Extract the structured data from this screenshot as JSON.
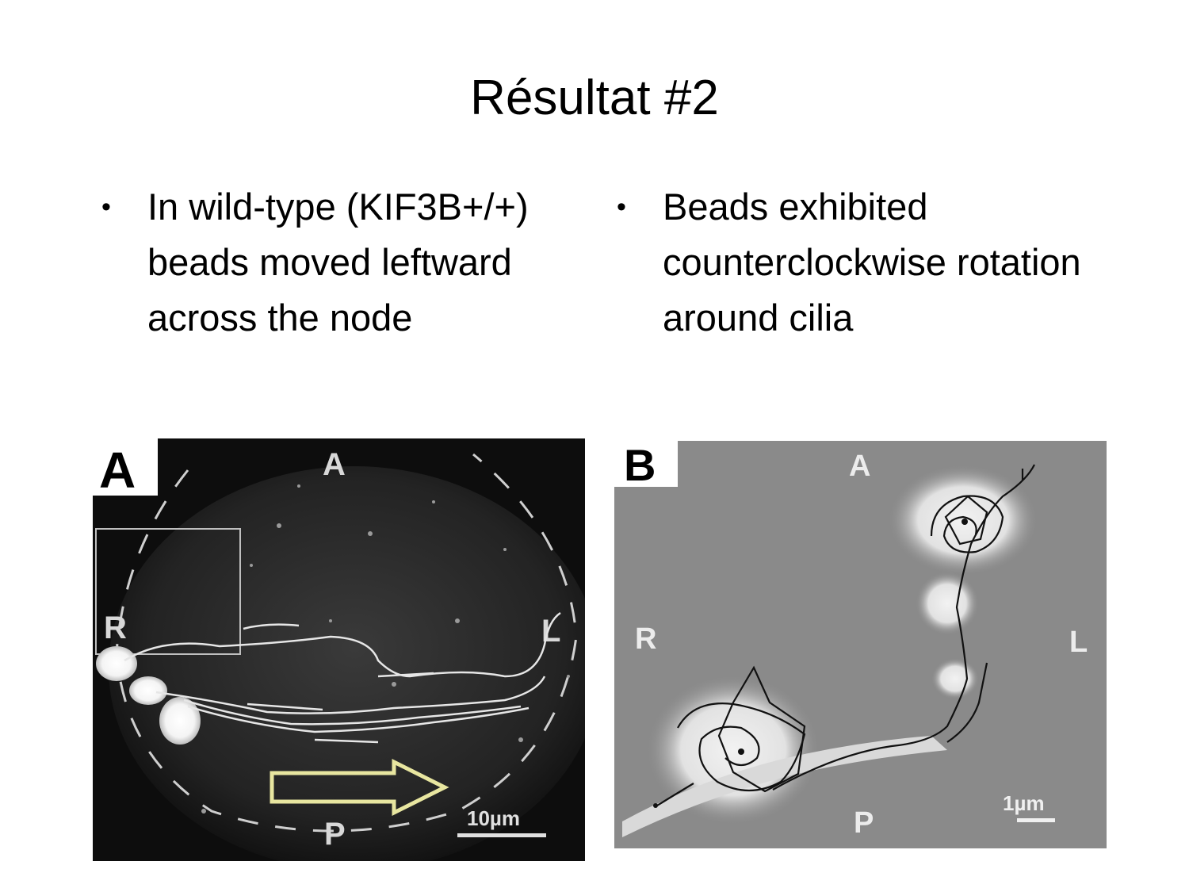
{
  "slide": {
    "title": "Résultat #2"
  },
  "left_column": {
    "bullet": "In wild-type (KIF3B+/+) beads moved leftward across the node"
  },
  "right_column": {
    "bullet": "Beads exhibited counterclockwise rotation around cilia"
  },
  "figure_a": {
    "panel_label": "A",
    "anterior": "A",
    "posterior": "P",
    "right": "R",
    "left": "L",
    "scale_bar": "10µm"
  },
  "figure_b": {
    "panel_label": "B",
    "anterior": "A",
    "posterior": "P",
    "right": "R",
    "left": "L",
    "scale_bar": "1µm"
  },
  "colors": {
    "arrow_fill": "#ffffff",
    "arrow_stroke": "#e8e6a0",
    "micrograph_a_bg": "#141414",
    "micrograph_b_bg": "#8a8a8a"
  },
  "icons": {
    "bullet": "•",
    "direction_arrow": "right-arrow-icon"
  }
}
